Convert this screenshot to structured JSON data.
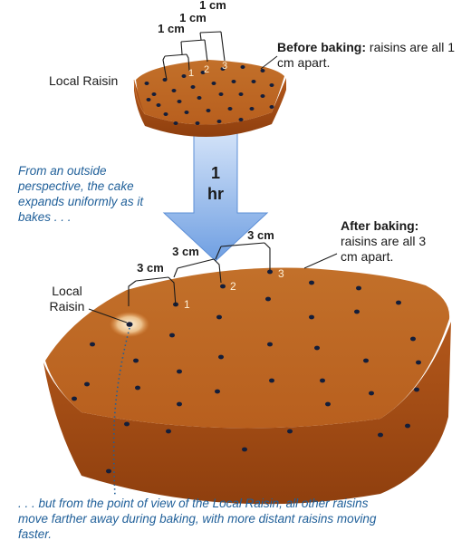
{
  "colors": {
    "cake_side": "#b2561a",
    "cake_top": "#c06a22",
    "raisin": "#141e3a",
    "arrow": "#7aa7e6",
    "caption_blue": "#1f5f99"
  },
  "before": {
    "dimensions": [
      "1 cm",
      "1 cm",
      "1 cm"
    ],
    "raisin_numbers": [
      "1",
      "2",
      "3"
    ],
    "local_raisin_label": "Local Raisin",
    "caption_bold": "Before baking:",
    "caption_rest": "raisins are all 1 cm apart."
  },
  "arrow_label_top": "1",
  "arrow_label_bottom": "hr",
  "after": {
    "dimensions": [
      "3 cm",
      "3 cm",
      "3 cm"
    ],
    "raisin_numbers": [
      "1",
      "2",
      "3"
    ],
    "local_raisin_label_line1": "Local",
    "local_raisin_label_line2": "Raisin",
    "caption_bold": "After baking:",
    "caption_rest": "raisins are all 3 cm apart."
  },
  "outside_note": "From an outside perspective, the cake expands uniformly as it bakes . . .",
  "local_note": ". . . but from the point of view of the Local Raisin, all other raisins move farther away during baking, with more distant raisins moving faster."
}
